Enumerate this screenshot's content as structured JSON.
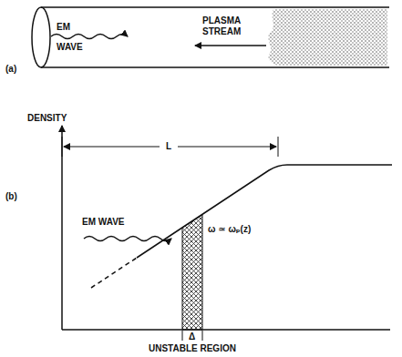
{
  "diagram": {
    "labels": [
      "(a)",
      "EM WAVE",
      "PLASMA STREAM",
      "(b)",
      "DENSITY",
      "L",
      "EM WAVE",
      "ω ≃ ωₚ(z)",
      "Δ",
      "UNSTABLE REGION"
    ]
  }
}
